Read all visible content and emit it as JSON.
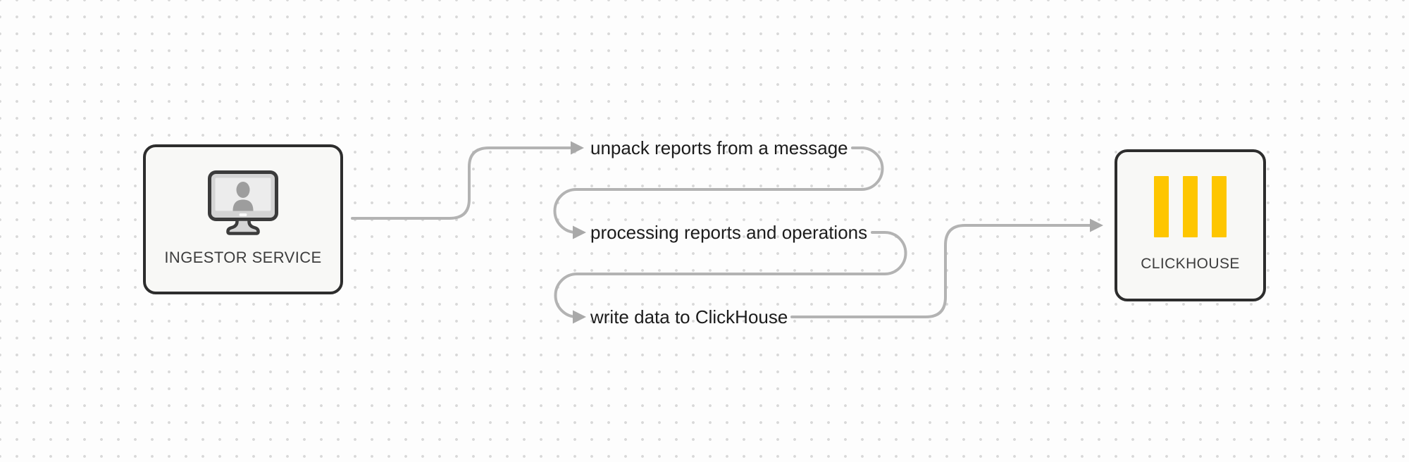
{
  "diagram": {
    "source_node": {
      "label": "INGESTOR SERVICE",
      "icon": "monitor-user-icon"
    },
    "target_node": {
      "label": "CLICKHOUSE",
      "icon": "clickhouse-logo-icon"
    },
    "steps": [
      {
        "label": "unpack reports from a message"
      },
      {
        "label": "processing reports and operations"
      },
      {
        "label": "write data to ClickHouse"
      }
    ]
  },
  "icons": {
    "source": "monitor-user-icon",
    "target": "clickhouse-logo-icon",
    "connector_arrow": "arrowhead-right-icon"
  },
  "colors": {
    "canvas_bg": "#fdfdfd",
    "dot": "#d8d8d8",
    "connector": "#b3b3b3",
    "arrowhead": "#a9a9a9",
    "node_border": "#2d2d2d",
    "node_bg": "#f8f8f6",
    "node_label_text": "#3d3d3d",
    "step_label_text": "#1c1c1c",
    "clickhouse_yellow": "#fec601",
    "monitor_bezel": "#d4d4d4",
    "monitor_screen": "#ececec",
    "monitor_person": "#9d9d9d",
    "monitor_outline": "#3b3b3b"
  }
}
